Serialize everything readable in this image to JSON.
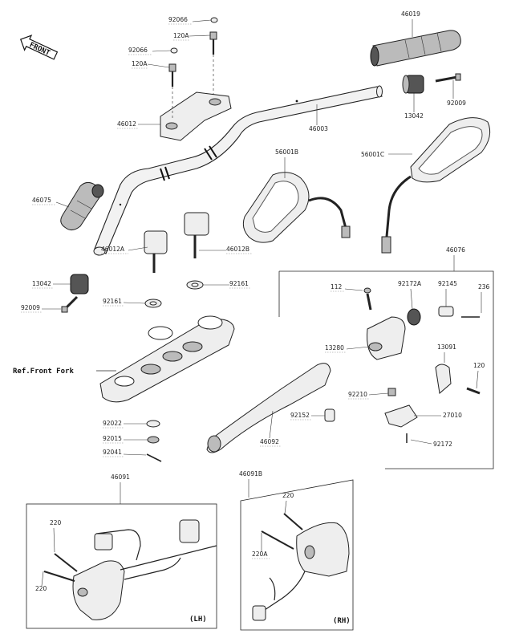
{
  "labels": {
    "front": "FRONT",
    "ref_front_fork": "Ref.Front Fork",
    "lh": "(LH)",
    "rh": "(RH)"
  },
  "parts": {
    "p92066a": "92066",
    "p120A_a": "120A",
    "p92066b": "92066",
    "p120A_b": "120A",
    "p46012": "46012",
    "p46019": "46019",
    "p92009a": "92009",
    "p13042a": "13042",
    "p46003": "46003",
    "p56001B": "56001B",
    "p56001C": "56001C",
    "p46075": "46075",
    "p46012A": "46012A",
    "p46012B": "46012B",
    "p13042b": "13042",
    "p92009b": "92009",
    "p92161a": "92161",
    "p92161b": "92161",
    "p46076": "46076",
    "p112": "112",
    "p92172A": "92172A",
    "p92145": "92145",
    "p236": "236",
    "p13280": "13280",
    "p13091": "13091",
    "p120": "120",
    "p92210": "92210",
    "p27010": "27010",
    "p92152": "92152",
    "p46092": "46092",
    "p92172": "92172",
    "p92022": "92022",
    "p92015": "92015",
    "p92041": "92041",
    "p46091": "46091",
    "p46091B": "46091B",
    "p220_lh1": "220",
    "p220_lh2": "220",
    "p220_rh": "220",
    "p220A": "220A"
  }
}
